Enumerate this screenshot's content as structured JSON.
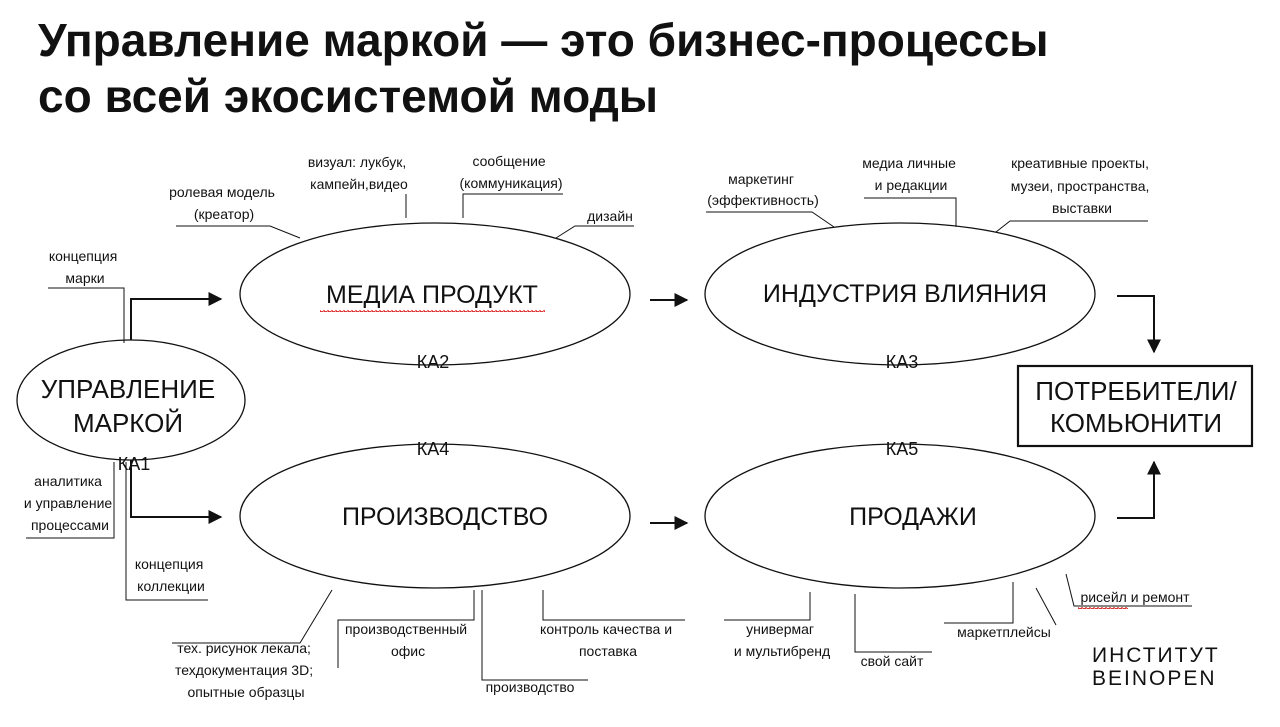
{
  "title": {
    "line1": "Управление маркой — это бизнес-процессы",
    "line2": "со всей экосистемой моды"
  },
  "nodes": {
    "brand_management": {
      "line1": "УПРАВЛЕНИЕ",
      "line2": "МАРКОЙ",
      "code": "КА1"
    },
    "media_product": {
      "label": "МЕДИА ПРОДУКТ",
      "code": "КА2"
    },
    "influence_industry": {
      "label": "ИНДУСТРИЯ ВЛИЯНИЯ",
      "code": "КА3"
    },
    "production": {
      "label": "ПРОИЗВОДСТВО",
      "code": "КА4"
    },
    "sales": {
      "label": "ПРОДАЖИ",
      "code": "КА5"
    },
    "consumers": {
      "line1": "ПОТРЕБИТЕЛИ/",
      "line2": "КОМЬЮНИТИ"
    }
  },
  "annotations": {
    "brand_concept": [
      "концепция",
      "марки"
    ],
    "analytics": [
      "аналитика",
      "и управление",
      "процессами"
    ],
    "collection_concept": [
      "концепция",
      "коллекции"
    ],
    "role_model": [
      "ролевая модель",
      "(креатор)"
    ],
    "visual": [
      "визуал: лукбук,",
      "кампейн,видео"
    ],
    "message": [
      "сообщение",
      "(коммуникация)"
    ],
    "design": [
      "дизайн"
    ],
    "marketing": [
      "маркетинг",
      "(эффективность)"
    ],
    "media_personal": [
      "медиа личные",
      "и редакции"
    ],
    "creative": [
      "креативные проекты,",
      "музеи, пространства,",
      "выставки"
    ],
    "tech_drawing": [
      "тех. рисунок лекала;",
      "техдокументация 3D;",
      "опытные образцы"
    ],
    "production_office": [
      "производственный",
      "офис"
    ],
    "production_item": [
      "производство"
    ],
    "quality_control": [
      "контроль качества и",
      "поставка"
    ],
    "department_store": [
      "универмаг",
      "и мультибренд"
    ],
    "own_site": [
      "свой сайт"
    ],
    "marketplaces": [
      "маркетплейсы"
    ],
    "resale": [
      "рисейл и ремонт"
    ]
  },
  "logo": {
    "line1": "ИНСТИТУТ",
    "line2": "BEINOPEN"
  }
}
